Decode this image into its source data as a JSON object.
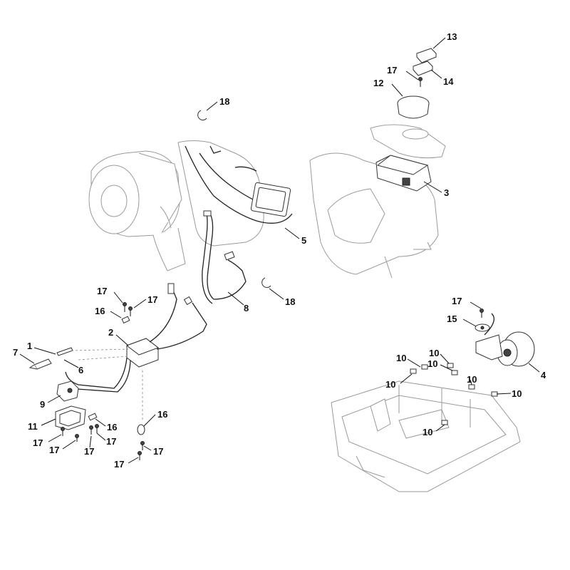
{
  "diagram": {
    "callouts": [
      {
        "id": "13",
        "text": "13"
      },
      {
        "id": "17a",
        "text": "17"
      },
      {
        "id": "14",
        "text": "14"
      },
      {
        "id": "12",
        "text": "12"
      },
      {
        "id": "18a",
        "text": "18"
      },
      {
        "id": "3",
        "text": "3"
      },
      {
        "id": "5",
        "text": "5"
      },
      {
        "id": "17b",
        "text": "17"
      },
      {
        "id": "17c",
        "text": "17"
      },
      {
        "id": "16a",
        "text": "16"
      },
      {
        "id": "8",
        "text": "8"
      },
      {
        "id": "18b",
        "text": "18"
      },
      {
        "id": "17d",
        "text": "17"
      },
      {
        "id": "15",
        "text": "15"
      },
      {
        "id": "2",
        "text": "2"
      },
      {
        "id": "1",
        "text": "1"
      },
      {
        "id": "7",
        "text": "7"
      },
      {
        "id": "6",
        "text": "6"
      },
      {
        "id": "4",
        "text": "4"
      },
      {
        "id": "10a",
        "text": "10"
      },
      {
        "id": "10b",
        "text": "10"
      },
      {
        "id": "10c",
        "text": "10"
      },
      {
        "id": "10d",
        "text": "10"
      },
      {
        "id": "10e",
        "text": "10"
      },
      {
        "id": "10f",
        "text": "10"
      },
      {
        "id": "10g",
        "text": "10"
      },
      {
        "id": "9",
        "text": "9"
      },
      {
        "id": "11",
        "text": "11"
      },
      {
        "id": "16b",
        "text": "16"
      },
      {
        "id": "16c",
        "text": "16"
      },
      {
        "id": "17e",
        "text": "17"
      },
      {
        "id": "17f",
        "text": "17"
      },
      {
        "id": "17g",
        "text": "17"
      },
      {
        "id": "17h",
        "text": "17"
      },
      {
        "id": "17i",
        "text": "17"
      },
      {
        "id": "17j",
        "text": "17"
      }
    ]
  }
}
